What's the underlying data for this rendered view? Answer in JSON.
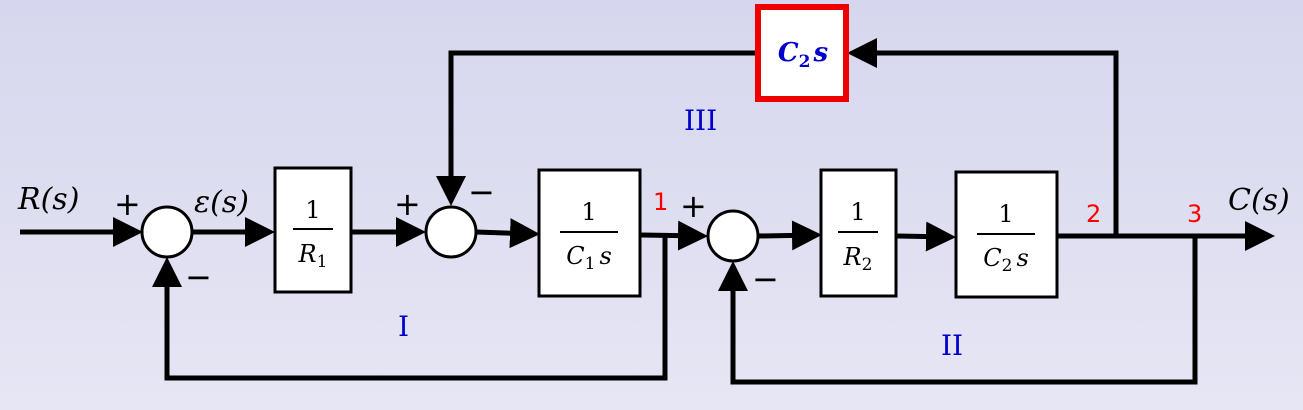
{
  "signals": {
    "input": "R(s)",
    "error": "ε(s)",
    "output": "C(s)"
  },
  "blocks": {
    "r1": {
      "num": "1",
      "den_var": "R",
      "den_sub": "1"
    },
    "c1s": {
      "num": "1",
      "den_var": "C",
      "den_sub": "1",
      "den_s": "s"
    },
    "r2": {
      "num": "1",
      "den_var": "R",
      "den_sub": "2"
    },
    "c2s": {
      "num": "1",
      "den_var": "C",
      "den_sub": "2",
      "den_s": "s"
    },
    "feedback": {
      "var": "C",
      "sub": "2",
      "s": "s"
    }
  },
  "signs": {
    "sum1_top": "+",
    "sum1_bottom": "−",
    "sum2_left": "+",
    "sum2_top": "−",
    "sum3_left": "+",
    "sum3_bottom": "−"
  },
  "nodes": [
    "1",
    "2",
    "3"
  ],
  "loops": [
    "I",
    "II",
    "III"
  ],
  "colors": {
    "node_labels": "#ff0000",
    "loop_labels": "#0000cc",
    "highlight_border": "#ee0000",
    "feedback_text": "#0000cc"
  }
}
